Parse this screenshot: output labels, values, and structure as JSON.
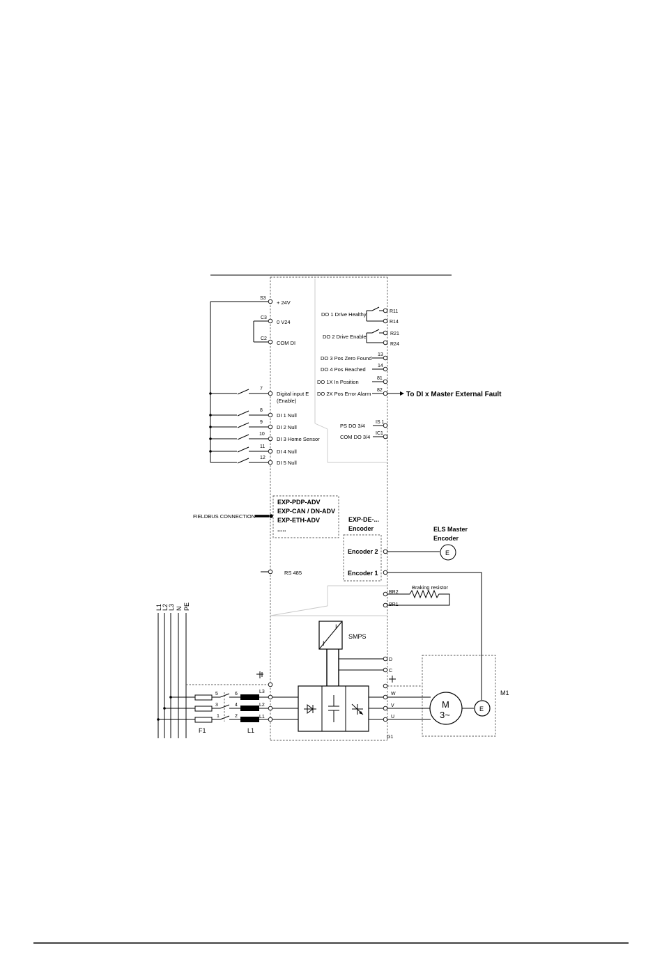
{
  "drive": {
    "io": {
      "s3": "S3",
      "plus24": "+ 24V",
      "c3": "C3",
      "ov24": "0 V24",
      "c2": "C2",
      "comdi": "COM DI",
      "t7": "7",
      "di_e": "Digital input E",
      "di_e2": "(Enable)",
      "t8": "8",
      "di1": "DI 1 Null",
      "t9": "9",
      "di2": "DI 2 Null",
      "t10": "10",
      "di3": "DI 3 Home Sensor",
      "t11": "11",
      "di4": "DI 4 Null",
      "t12": "12",
      "di5": "DI 5 Null"
    },
    "outputs": {
      "do1": "DO 1 Drive Healthy",
      "r11": "R11",
      "r14": "R14",
      "do2": "DO 2 Drive Enable",
      "r21": "R21",
      "r24": "R24",
      "do3": "DO 3 Pos Zero Found",
      "t13": "13",
      "do4": "DO 4 Pos Reached",
      "t14": "14",
      "do1x": "DO 1X In Position",
      "t81": "81",
      "do2x": "DO 2X  Pos Error Alarm",
      "t82": "82",
      "ext": "To DI x Master External Fault",
      "psdo": "PS DO    3/4",
      "is1": "IS 1",
      "comdo": "COM DO   3/4",
      "ic1": "IC1"
    },
    "fieldbus": {
      "label": "FIELDBUS CONNECTION",
      "opt1": "EXP-PDP-ADV",
      "opt2": "EXP-CAN / DN-ADV",
      "opt3": "EXP-ETH-ADV",
      "opt4": ".....",
      "rs485": "RS 485"
    },
    "encoder": {
      "card": "EXP-DE-...",
      "card2": "Encoder",
      "enc2": "Encoder 2",
      "enc1": "Encoder 1",
      "master": "ELS Master",
      "master2": "Encoder",
      "e": "E"
    },
    "brake": {
      "br2": "BR2",
      "br1": "BR1",
      "resistor": "Braking resistor"
    },
    "power": {
      "smps": "SMPS",
      "smps_i1": "I",
      "smps_i2": "I",
      "d": "D",
      "c": "C",
      "w": "W",
      "v": "V",
      "u": "U",
      "l3": "L3",
      "l2": "L2",
      "l1": "L1",
      "n5": "5",
      "n3": "3",
      "n1": "1",
      "n6": "6",
      "n4": "4",
      "n2": "2",
      "f1": "F1",
      "choke": "L1",
      "g1": "G1",
      "m1": "M1",
      "motor": "M",
      "motor2": "3~",
      "motor_enc": "E"
    },
    "mains": {
      "l1": "L1",
      "l2": "L2",
      "l3": "L3",
      "n": "N",
      "pe": "PE"
    }
  }
}
